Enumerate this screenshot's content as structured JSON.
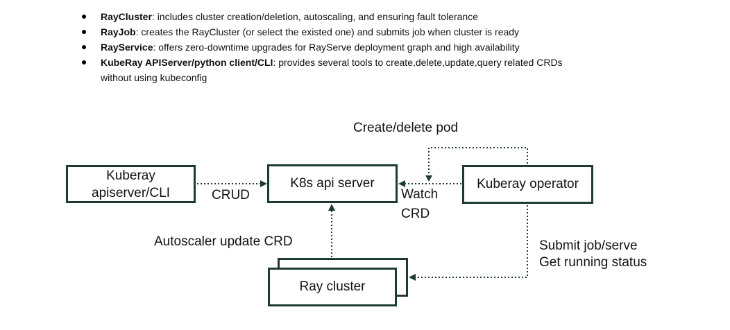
{
  "bullets": [
    {
      "bold": "RayCluster",
      "rest": ": includes cluster creation/deletion, autoscaling, and ensuring fault tolerance"
    },
    {
      "bold": "RayJob",
      "rest": ": creates the RayCluster (or select the existed one) and submits job when cluster is ready"
    },
    {
      "bold": "RayService",
      "rest": ": offers zero-downtime upgrades for RayServe deployment graph and high availability"
    },
    {
      "bold": "KubeRay APIServer/python client/CLI",
      "rest": ": provides several tools to create,delete,update,query related CRDs",
      "rest2": "without using kubeconfig"
    }
  ],
  "diagram": {
    "boxes": {
      "kuberay_apiserver": {
        "line1": "Kuberay",
        "line2": "apiserver/CLI"
      },
      "k8s_api_server": {
        "label": "K8s api server"
      },
      "kuberay_operator": {
        "label": "Kuberay operator"
      },
      "ray_cluster": {
        "label": "Ray cluster"
      }
    },
    "edge_labels": {
      "create_delete_pod": "Create/delete pod",
      "crud": "CRUD",
      "watch_line1": "Watch",
      "watch_line2": "CRD",
      "autoscaler_update_crd": "Autoscaler update CRD",
      "submit_line1": "Submit job/serve",
      "submit_line2": "Get running status"
    },
    "colors": {
      "box_border": "#1d3a33",
      "arrow_stroke": "#1d3a33",
      "text": "#111111",
      "background": "#ffffff"
    }
  }
}
